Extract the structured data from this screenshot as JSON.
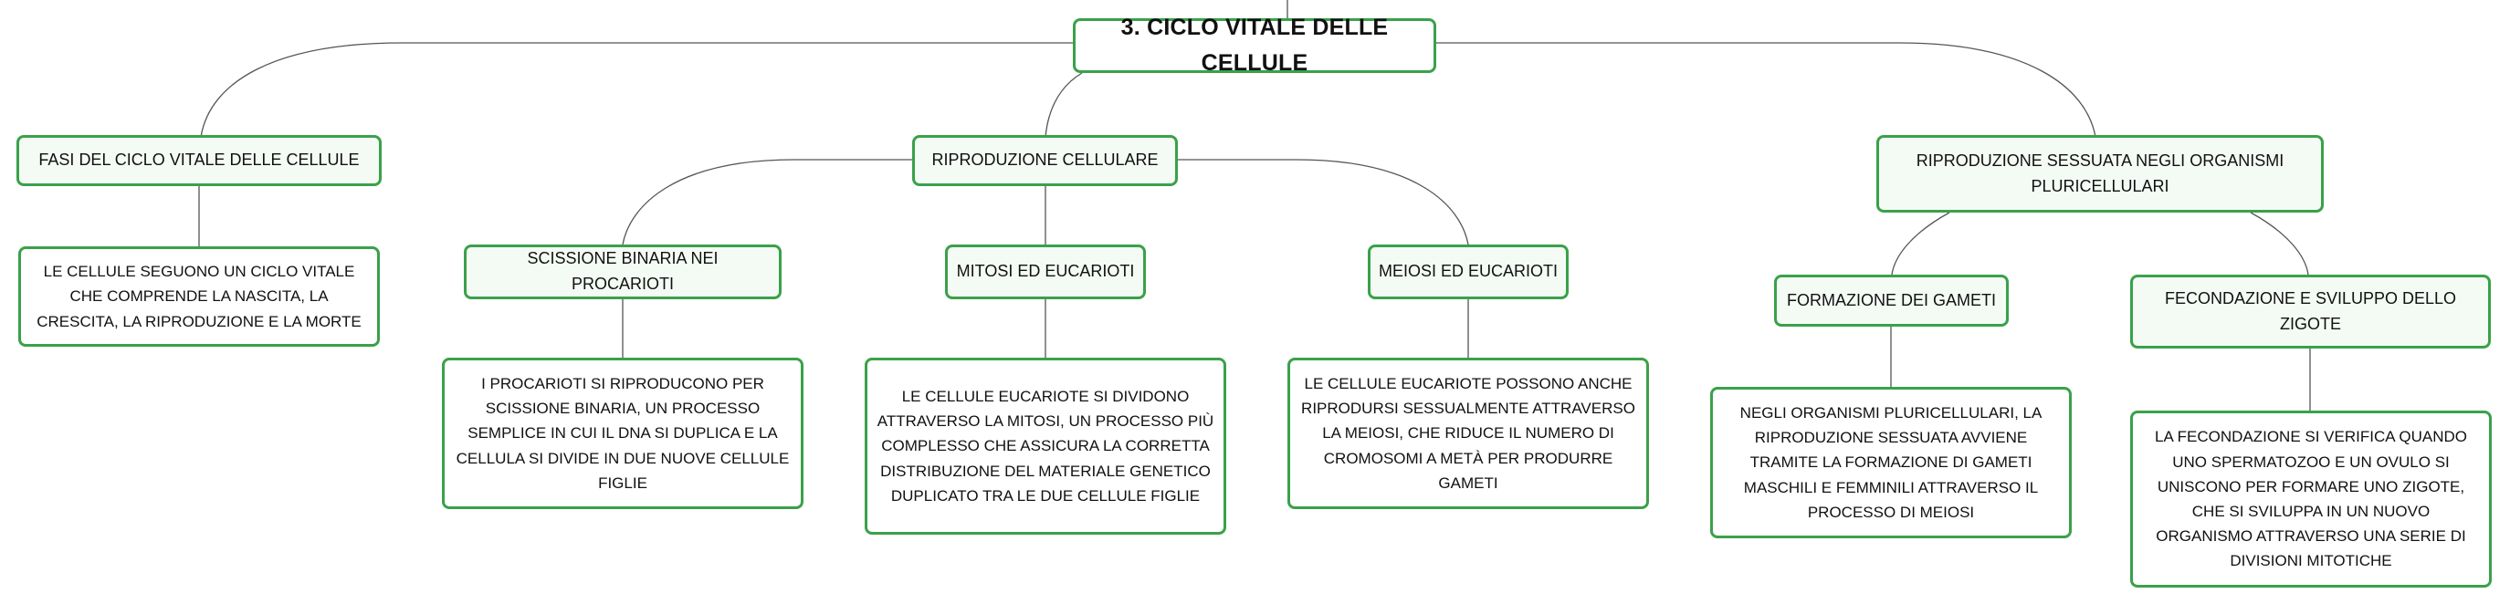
{
  "root": {
    "label": "3. CICLO VITALE DELLE CELLULE"
  },
  "branches": [
    {
      "label": "FASI DEL CICLO VITALE DELLE CELLULE",
      "children": [
        {
          "label": "LE CELLULE SEGUONO UN CICLO VITALE CHE COMPRENDE LA NASCITA, LA CRESCITA, LA RIPRODUZIONE E LA MORTE"
        }
      ]
    },
    {
      "label": "RIPRODUZIONE CELLULARE",
      "children": [
        {
          "label": "SCISSIONE BINARIA NEI PROCARIOTI",
          "children": [
            {
              "label": "I PROCARIOTI SI RIPRODUCONO PER SCISSIONE BINARIA, UN PROCESSO SEMPLICE IN CUI IL DNA SI DUPLICA E LA CELLULA SI DIVIDE IN DUE NUOVE CELLULE FIGLIE"
            }
          ]
        },
        {
          "label": "MITOSI ED EUCARIOTI",
          "children": [
            {
              "label": "LE CELLULE EUCARIOTE SI DIVIDONO ATTRAVERSO LA MITOSI, UN PROCESSO PIÙ COMPLESSO CHE ASSICURA LA CORRETTA DISTRIBUZIONE DEL MATERIALE GENETICO DUPLICATO TRA LE DUE CELLULE FIGLIE"
            }
          ]
        },
        {
          "label": "MEIOSI ED EUCARIOTI",
          "children": [
            {
              "label": "LE CELLULE EUCARIOTE POSSONO ANCHE RIPRODURSI SESSUALMENTE ATTRAVERSO LA MEIOSI, CHE RIDUCE IL NUMERO DI CROMOSOMI A METÀ PER PRODURRE GAMETI"
            }
          ]
        }
      ]
    },
    {
      "label": "RIPRODUZIONE SESSUATA NEGLI ORGANISMI PLURICELLULARI",
      "children": [
        {
          "label": "FORMAZIONE DEI GAMETI",
          "children": [
            {
              "label": "NEGLI ORGANISMI PLURICELLULARI, LA RIPRODUZIONE SESSUATA AVVIENE TRAMITE LA FORMAZIONE DI GAMETI MASCHILI E FEMMINILI ATTRAVERSO IL PROCESSO DI MEIOSI"
            }
          ]
        },
        {
          "label": "FECONDAZIONE E SVILUPPO DELLO ZIGOTE",
          "children": [
            {
              "label": "LA FECONDAZIONE SI VERIFICA QUANDO UNO SPERMATOZOO E UN OVULO SI UNISCONO PER FORMARE UNO ZIGOTE, CHE SI SVILUPPA IN UN NUOVO ORGANISMO ATTRAVERSO UNA SERIE DI DIVISIONI MITOTICHE"
            }
          ]
        }
      ]
    }
  ]
}
